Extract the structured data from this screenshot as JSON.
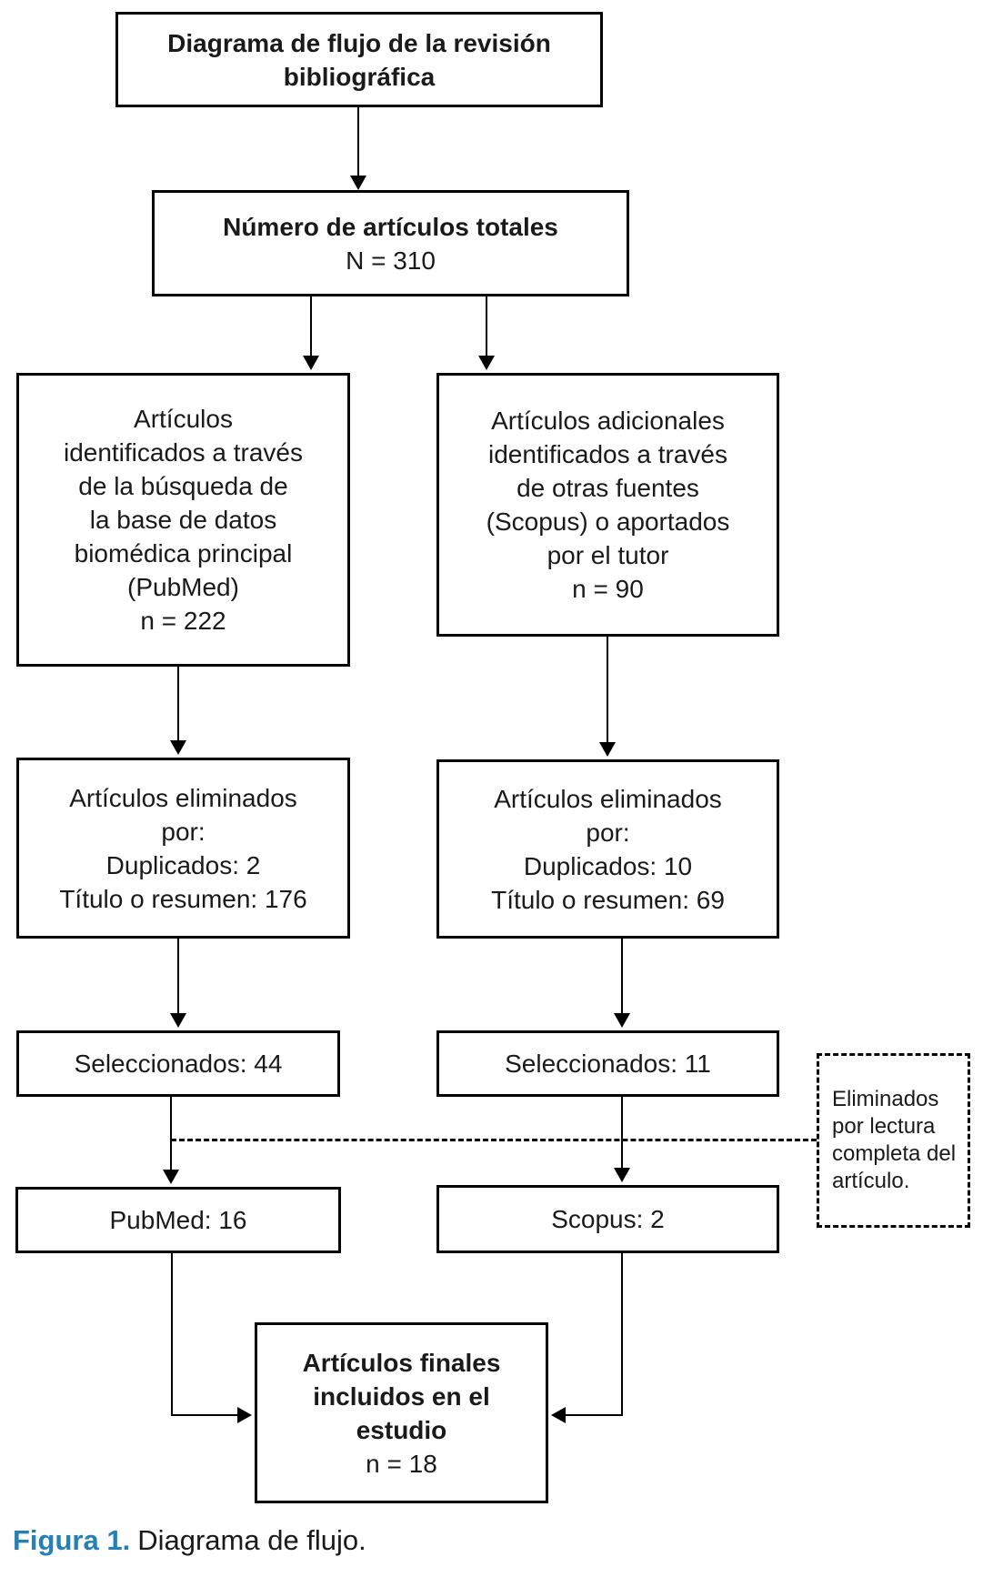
{
  "nodes": {
    "title": {
      "text": "Diagrama de flujo de la revisión\nbibliográfica"
    },
    "total": {
      "label": "Número de artículos totales",
      "value": "N = 310"
    },
    "pubmed_source": {
      "text": "Artículos\nidentificados a través\nde la búsqueda de\nla base de datos\nbiomédica principal\n(PubMed)\nn = 222"
    },
    "other_source": {
      "text": "Artículos adicionales\nidentificados a través\nde otras fuentes\n(Scopus) o aportados\npor el tutor\nn = 90"
    },
    "pubmed_excluded": {
      "text": "Artículos eliminados\npor:\nDuplicados: 2\nTítulo o resumen: 176"
    },
    "other_excluded": {
      "text": "Artículos eliminados\npor:\nDuplicados: 10\nTítulo o resumen: 69"
    },
    "pubmed_selected": {
      "text": "Seleccionados: 44"
    },
    "other_selected": {
      "text": "Seleccionados: 11"
    },
    "pubmed_final": {
      "text": "PubMed: 16"
    },
    "scopus_final": {
      "text": "Scopus: 2"
    },
    "fulltext_exclusion_note": {
      "text": "Eliminados\npor lectura\ncompleta del\nartículo."
    },
    "final": {
      "label": "Artículos finales\nincluidos en el\nestudio",
      "value": "n = 18"
    }
  },
  "caption": {
    "label": "Figura 1.",
    "text": "Diagrama de flujo."
  },
  "colors": {
    "caption_accent": "#2580b4",
    "line": "#000000",
    "text": "#1a1a1a"
  }
}
